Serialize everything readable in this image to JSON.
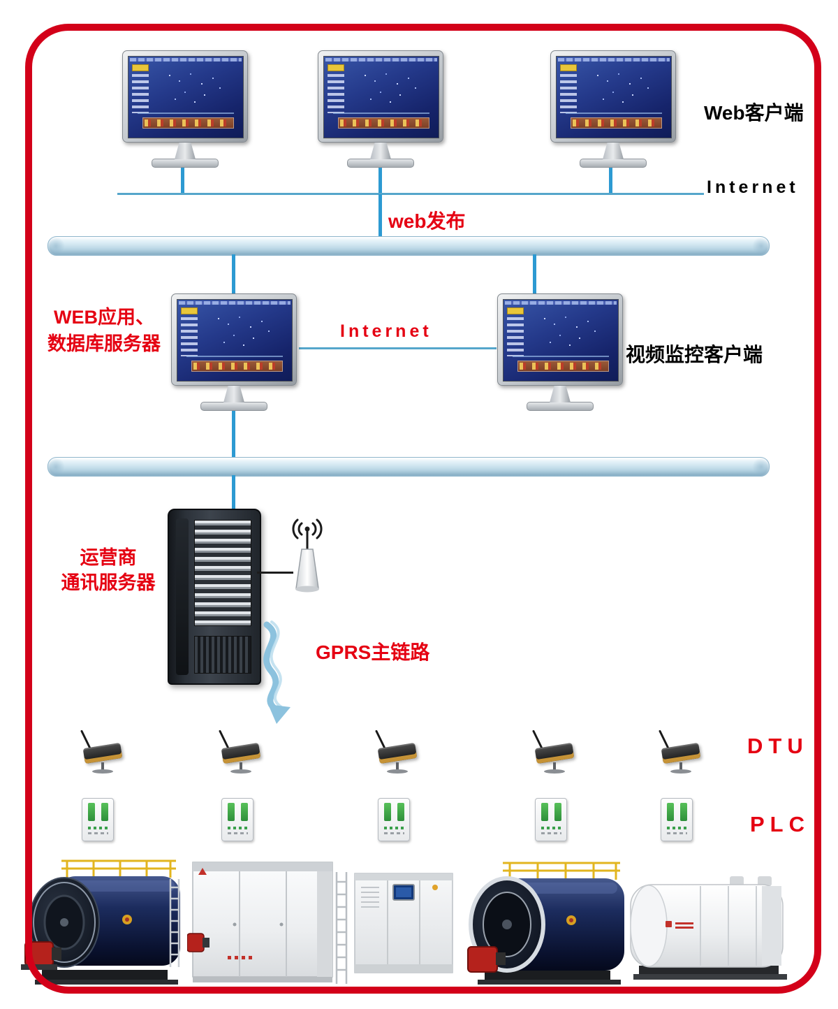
{
  "colors": {
    "frame_red": "#d30019",
    "label_red": "#e50012",
    "label_black": "#000000",
    "connector_blue": "#2d9ad2",
    "bus_blue": "#bcd8e6"
  },
  "labels": {
    "web_client": "Web客户端",
    "internet_top": "Internet",
    "web_publish": "web发布",
    "web_app_server": {
      "line1": "WEB应用、",
      "line2": "数据库服务器"
    },
    "internet_middle": "Internet",
    "video_client": "视频监控客户端",
    "operator_server": {
      "line1": "运营商",
      "line2": "通讯服务器"
    },
    "gprs_link": "GPRS主链路",
    "dtu": "DTU",
    "plc": "PLC"
  }
}
